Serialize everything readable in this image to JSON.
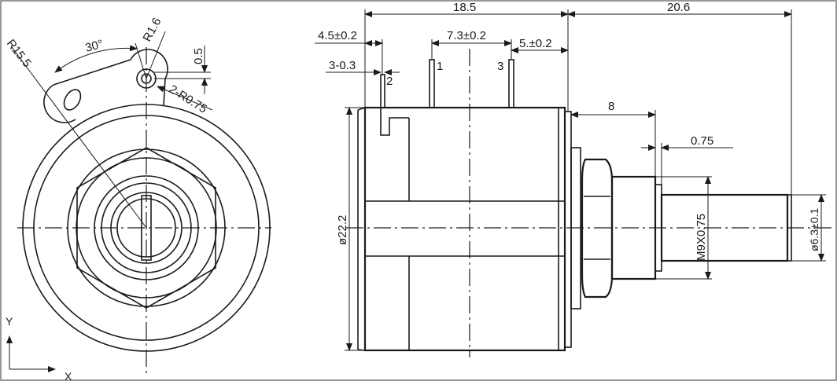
{
  "front_view": {
    "angle_label": "30°",
    "radius_large_label": "R15.5",
    "radius_hole_label": "R1.6",
    "offset_label": "0.5",
    "corner_radius_label": "2-R0.75",
    "axis_y_label": "Y",
    "axis_x_label": "X"
  },
  "side_view": {
    "overall_body_label": "18.5",
    "overall_shaft_label": "20.6",
    "terminal_offset_label": "4.5±0.2",
    "terminal_pitch_label": "7.3±0.2",
    "terminal_spacing_label": "5.±0.2",
    "terminal_gap_label": "3-0.3",
    "terminal_1_label": "1",
    "terminal_2_label": "2",
    "terminal_3_label": "3",
    "body_diameter_label": "ø22.2",
    "bushing_length_label": "8",
    "groove_width_label": "0.75",
    "thread_label": "M9X0.75",
    "shaft_diameter_label": "ø6.3±0.1"
  }
}
